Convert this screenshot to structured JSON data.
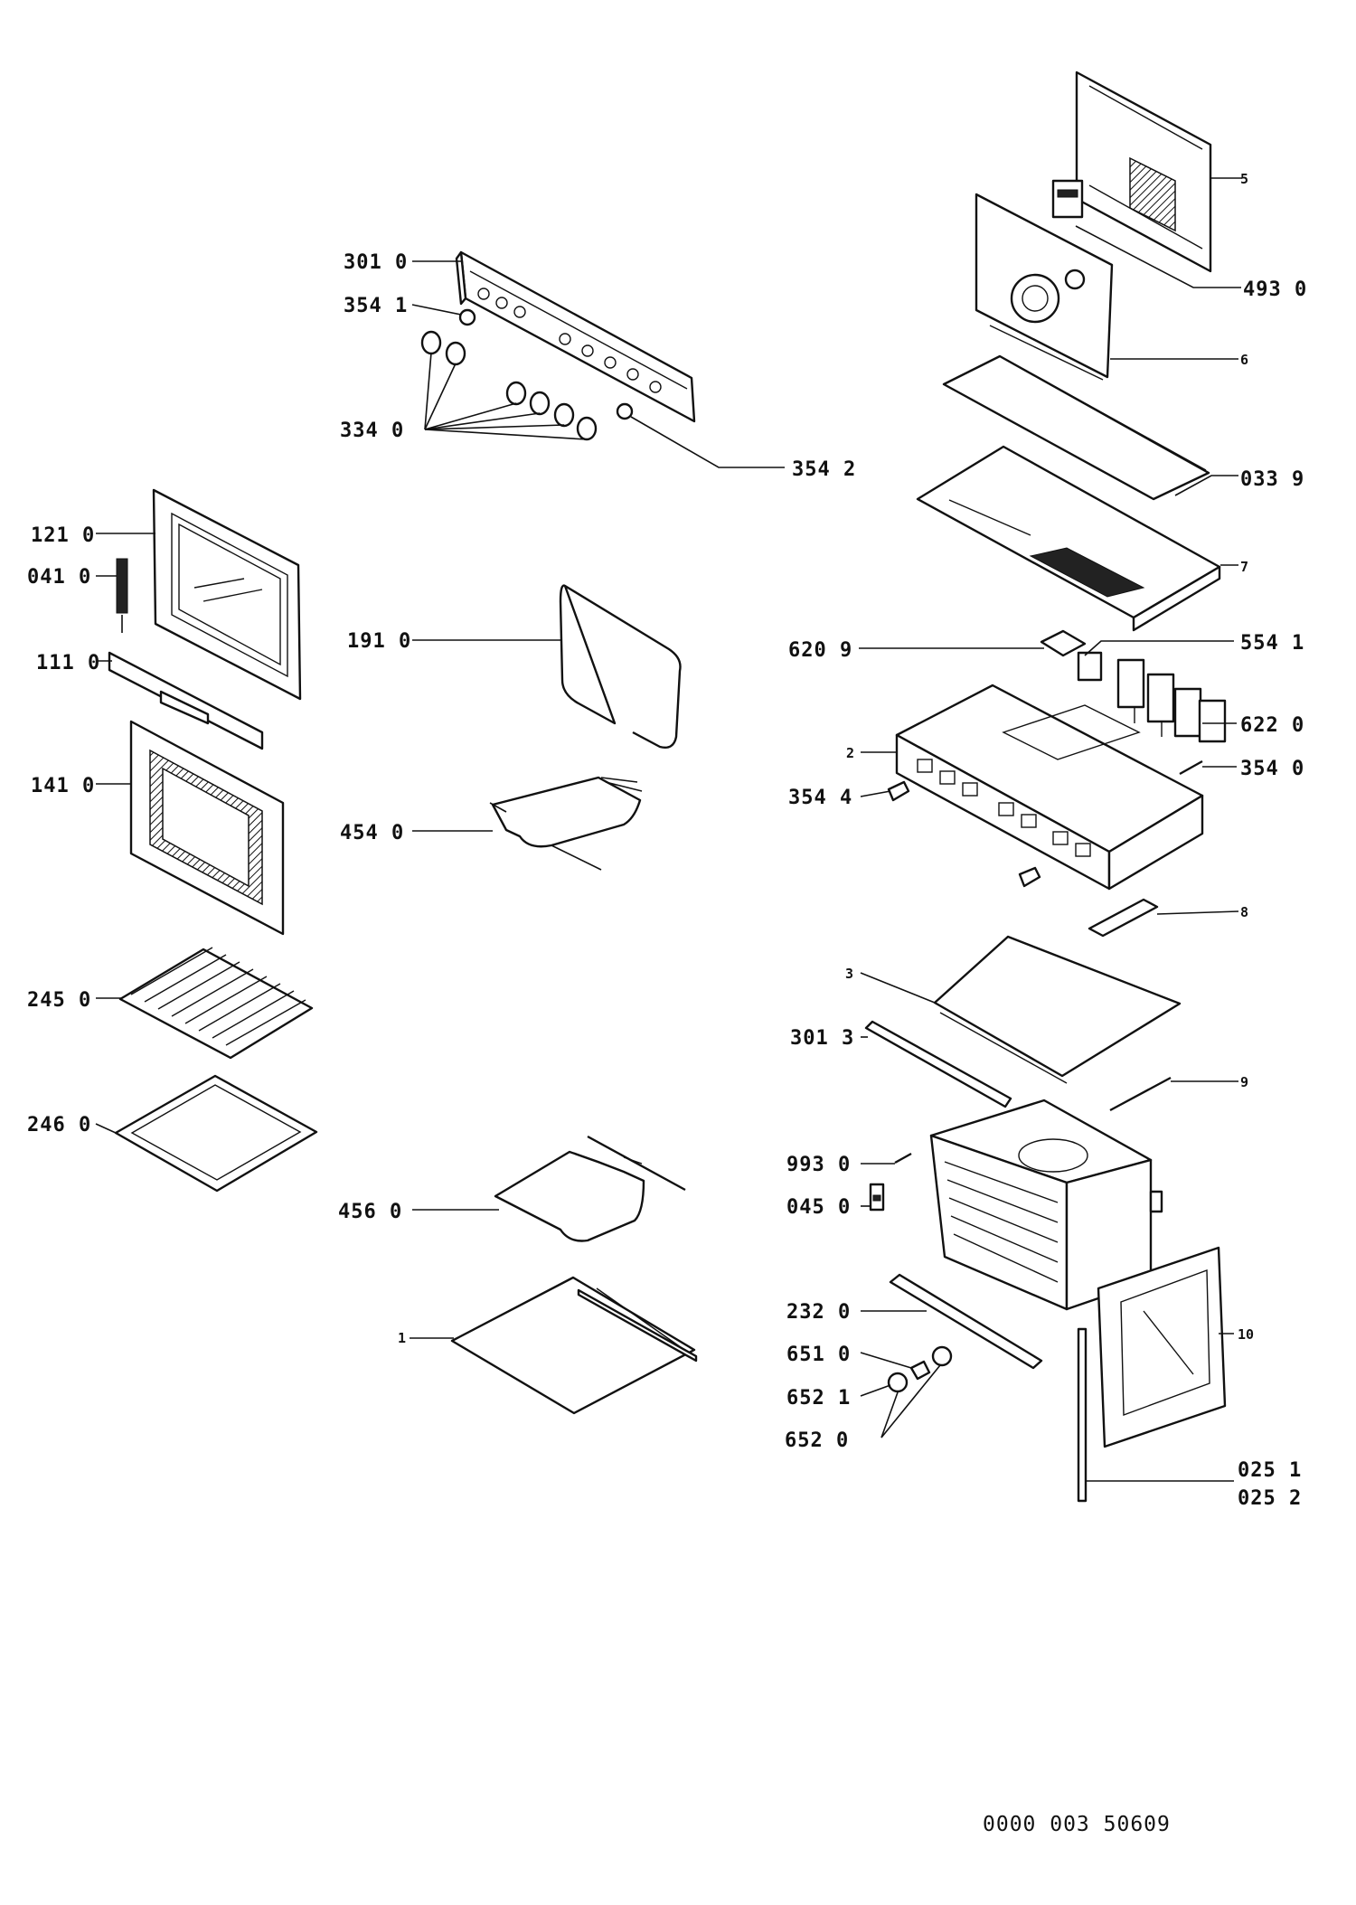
{
  "parts": [
    {
      "id": "p301_0",
      "label": "301  0"
    },
    {
      "id": "p354_1",
      "label": "354  1"
    },
    {
      "id": "p334_0",
      "label": "334  0"
    },
    {
      "id": "p354_2",
      "label": "354  2"
    },
    {
      "id": "p121_0",
      "label": "121  0"
    },
    {
      "id": "p041_0",
      "label": "041  0"
    },
    {
      "id": "p111_0",
      "label": "111  0"
    },
    {
      "id": "p141_0",
      "label": "141  0"
    },
    {
      "id": "p191_0",
      "label": "191  0"
    },
    {
      "id": "p454_0",
      "label": "454  0"
    },
    {
      "id": "p245_0",
      "label": "245  0"
    },
    {
      "id": "p246_0",
      "label": "246  0"
    },
    {
      "id": "p456_0",
      "label": "456  0"
    },
    {
      "id": "p1",
      "label": "1"
    },
    {
      "id": "p5",
      "label": "5"
    },
    {
      "id": "p493_0",
      "label": "493  0"
    },
    {
      "id": "p6",
      "label": "6"
    },
    {
      "id": "p033_9",
      "label": "033  9"
    },
    {
      "id": "p7",
      "label": "7"
    },
    {
      "id": "p620_9",
      "label": "620  9"
    },
    {
      "id": "p554_1",
      "label": "554  1"
    },
    {
      "id": "p2",
      "label": "2"
    },
    {
      "id": "p622_0",
      "label": "622  0"
    },
    {
      "id": "p354_4",
      "label": "354  4"
    },
    {
      "id": "p354_0",
      "label": "354  0"
    },
    {
      "id": "p8",
      "label": "8"
    },
    {
      "id": "p3",
      "label": "3"
    },
    {
      "id": "p301_3",
      "label": "301  3"
    },
    {
      "id": "p9",
      "label": "9"
    },
    {
      "id": "p993_0",
      "label": "993  0"
    },
    {
      "id": "p045_0",
      "label": "045  0"
    },
    {
      "id": "p232_0",
      "label": "232  0"
    },
    {
      "id": "p651_0",
      "label": "651  0"
    },
    {
      "id": "p652_1",
      "label": "652  1"
    },
    {
      "id": "p652_0",
      "label": "652  0"
    },
    {
      "id": "p10",
      "label": "10"
    },
    {
      "id": "p025_1",
      "label": "025  1"
    },
    {
      "id": "p025_2",
      "label": "025  2"
    }
  ],
  "document_number": "0000  003  50609"
}
